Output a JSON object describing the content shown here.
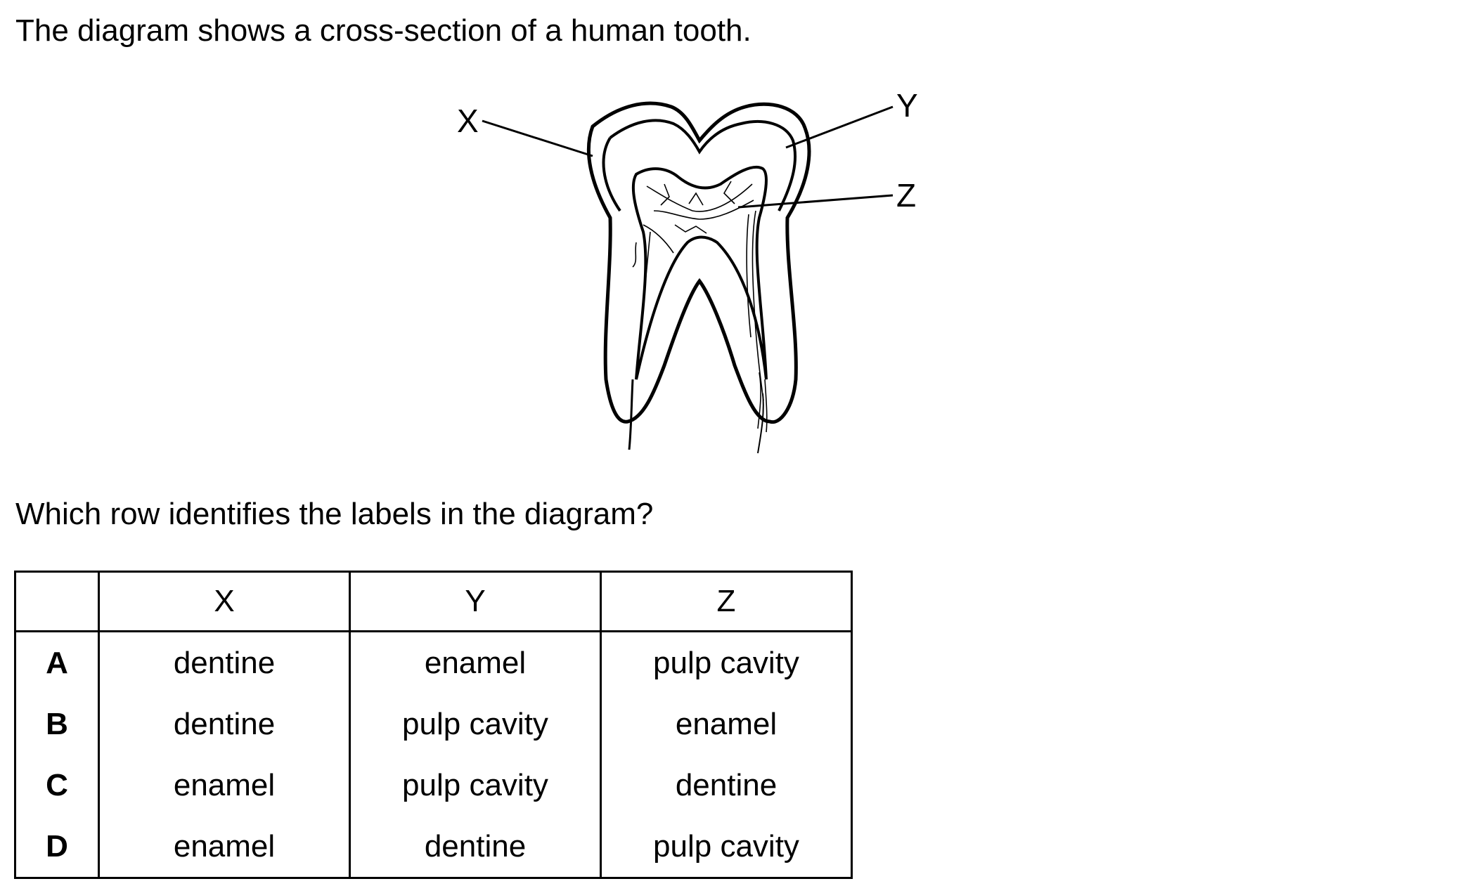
{
  "intro": "The diagram shows a cross-section of a human tooth.",
  "diagram": {
    "labels": {
      "x": "X",
      "y": "Y",
      "z": "Z"
    }
  },
  "question": "Which row identifies the labels in the diagram?",
  "table": {
    "headers": [
      "",
      "X",
      "Y",
      "Z"
    ],
    "rows": [
      {
        "key": "A",
        "x": "dentine",
        "y": "enamel",
        "z": "pulp cavity"
      },
      {
        "key": "B",
        "x": "dentine",
        "y": "pulp cavity",
        "z": "enamel"
      },
      {
        "key": "C",
        "x": "enamel",
        "y": "pulp cavity",
        "z": "dentine"
      },
      {
        "key": "D",
        "x": "enamel",
        "y": "dentine",
        "z": "pulp cavity"
      }
    ]
  }
}
